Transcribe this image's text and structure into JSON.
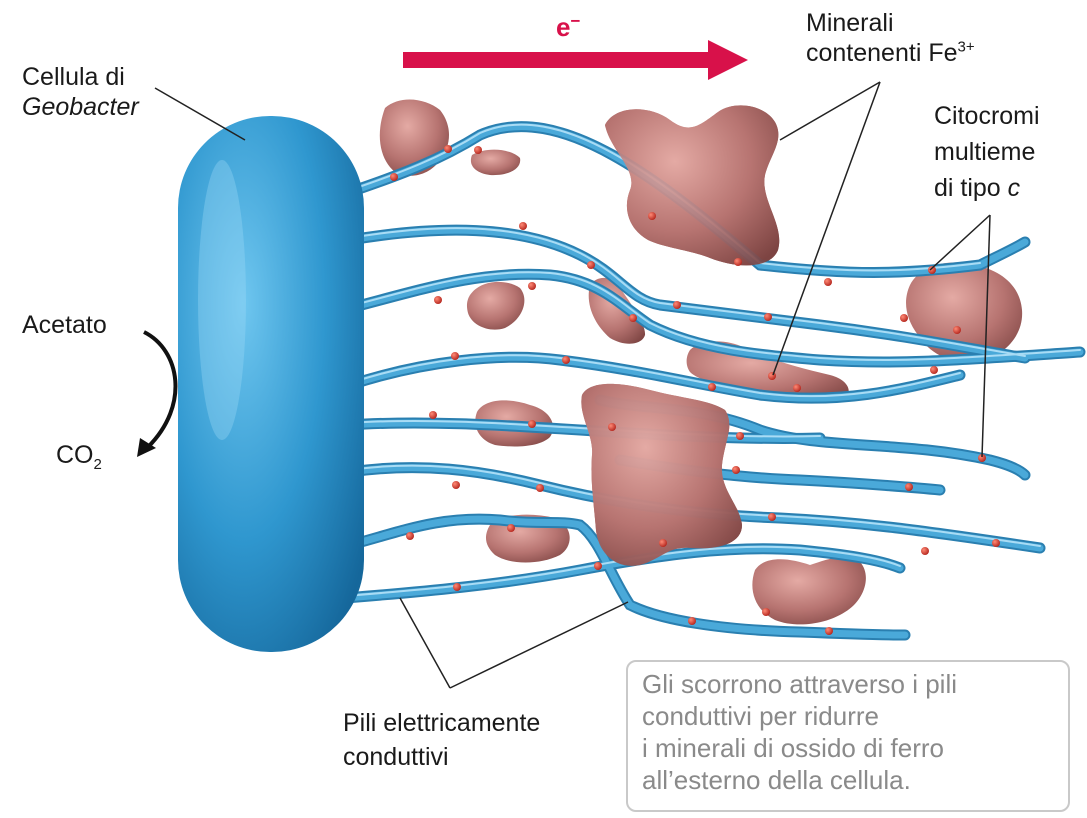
{
  "labels": {
    "cell_line1": "Cellula di",
    "cell_line2": "Geobacter",
    "electron": "e",
    "electron_sup": "−",
    "minerals_line1": "Minerali",
    "minerals_line2": "contenenti Fe",
    "minerals_sup": "3+",
    "cyto_line1": "Citocromi",
    "cyto_line2": "multieme",
    "cyto_line3_a": "di tipo ",
    "cyto_line3_b": "c",
    "acetate": "Acetato",
    "co2_base": "CO",
    "co2_sub": "2",
    "pili_line1": "Pili elettricamente",
    "pili_line2": "conduttivi"
  },
  "note": {
    "lines": [
      "Gli scorrono attraverso i pili",
      "conduttivi per ridurre",
      "i minerali di ossido di ferro",
      "all’esterno della cellula."
    ]
  },
  "colors": {
    "cell": "#2f97cf",
    "pilus": "#3d9ccf",
    "mineral": "#b06864",
    "cytochrome": "#d62f2a",
    "arrow": "#d8114a"
  }
}
